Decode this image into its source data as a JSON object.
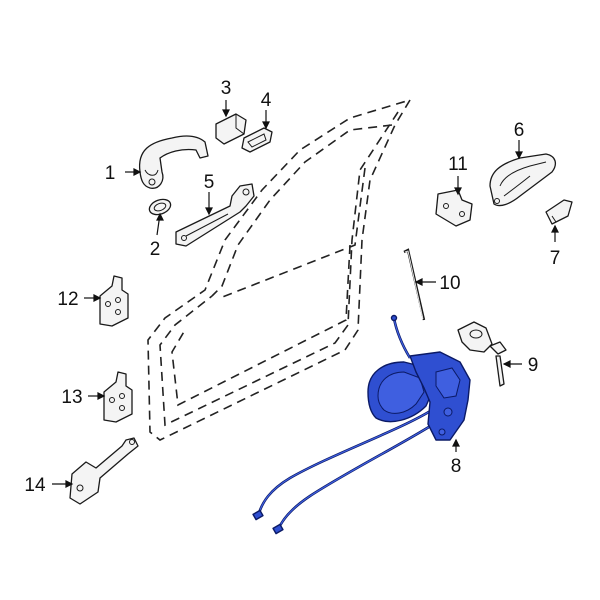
{
  "diagram": {
    "highlight_color": "#2f4fd1",
    "callouts": [
      {
        "id": "c1",
        "label": "1"
      },
      {
        "id": "c2",
        "label": "2"
      },
      {
        "id": "c3",
        "label": "3"
      },
      {
        "id": "c4",
        "label": "4"
      },
      {
        "id": "c5",
        "label": "5"
      },
      {
        "id": "c6",
        "label": "6"
      },
      {
        "id": "c7",
        "label": "7"
      },
      {
        "id": "c8",
        "label": "8"
      },
      {
        "id": "c9",
        "label": "9"
      },
      {
        "id": "c10",
        "label": "10"
      },
      {
        "id": "c11",
        "label": "11"
      },
      {
        "id": "c12",
        "label": "12"
      },
      {
        "id": "c13",
        "label": "13"
      },
      {
        "id": "c14",
        "label": "14"
      }
    ]
  }
}
